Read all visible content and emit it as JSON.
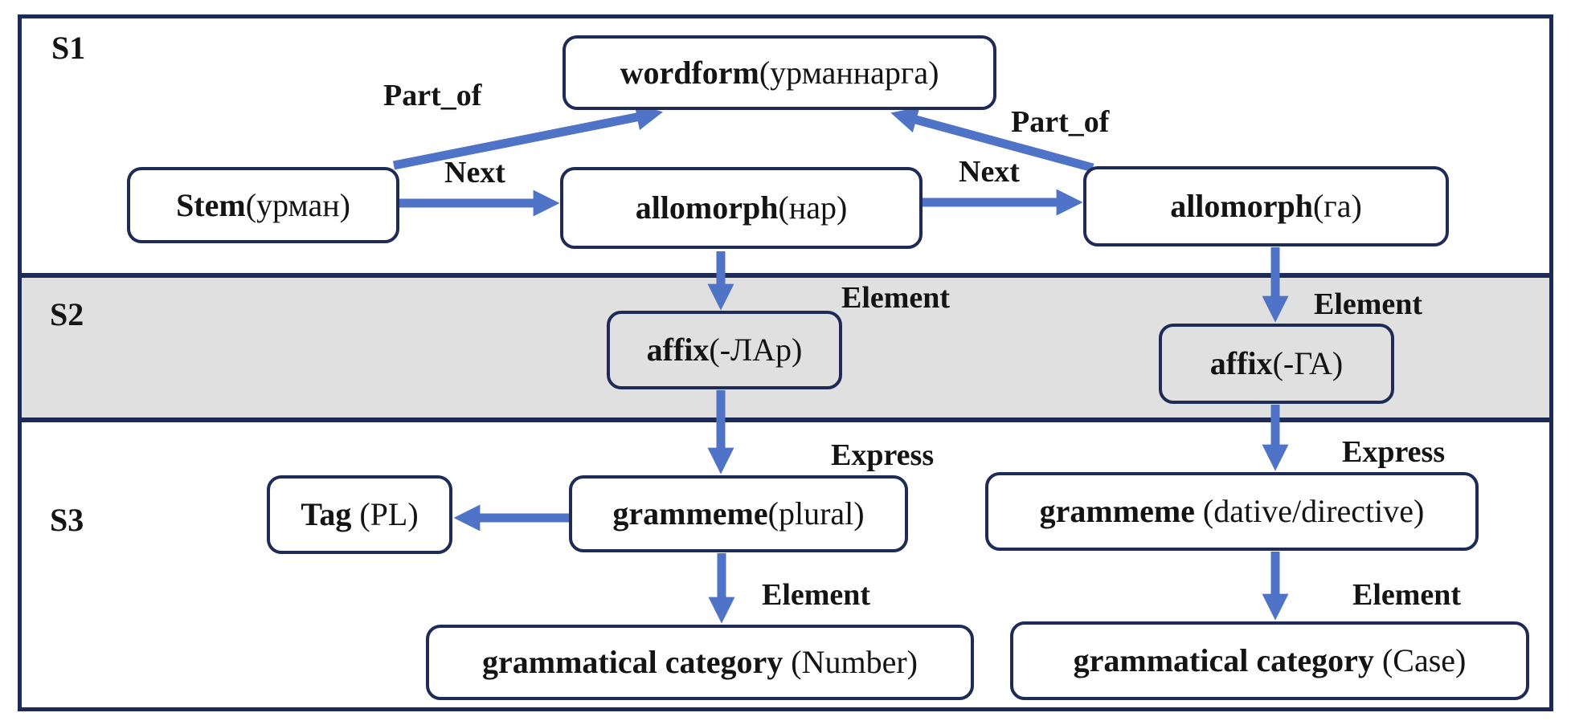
{
  "diagram": {
    "sections": [
      {
        "label": "S1"
      },
      {
        "label": "S2"
      },
      {
        "label": "S3"
      }
    ],
    "nodes": [
      {
        "id": "wordform",
        "bold": "wordform",
        "value": "(урманнарга)"
      },
      {
        "id": "stem",
        "bold": "Stem",
        "value": "(урман)"
      },
      {
        "id": "allomorph-nar",
        "bold": "allomorph",
        "value": "(нар)"
      },
      {
        "id": "allomorph-ga",
        "bold": "allomorph",
        "value": "(га)"
      },
      {
        "id": "affix-lar",
        "bold": "affix",
        "value": "(-ЛАр)"
      },
      {
        "id": "affix-ga",
        "bold": "affix",
        "value": "(-ГА)"
      },
      {
        "id": "tag-pl",
        "bold": "Tag",
        "value": " (PL)"
      },
      {
        "id": "grammeme-plural",
        "bold": "grammeme",
        "value": "(plural)"
      },
      {
        "id": "grammeme-dative",
        "bold": "grammeme",
        "value": " (dative/directive)"
      },
      {
        "id": "gramcat-number",
        "bold": "grammatical category",
        "value": " (Number)"
      },
      {
        "id": "gramcat-case",
        "bold": "grammatical category",
        "value": " (Case)"
      }
    ],
    "edge_labels": {
      "part_of_left": "Part_of",
      "part_of_right": "Part_of",
      "next_left": "Next",
      "next_right": "Next",
      "element_s2_left": "Element",
      "element_s2_right": "Element",
      "express_left": "Express",
      "express_right": "Express",
      "element_s3_left": "Element",
      "element_s3_right": "Element"
    },
    "colors": {
      "border": "#1e2b56",
      "arrow": "#4f73c6",
      "band": "#e0e0e0",
      "node_fill": "#ffffff",
      "text": "#141414"
    }
  }
}
